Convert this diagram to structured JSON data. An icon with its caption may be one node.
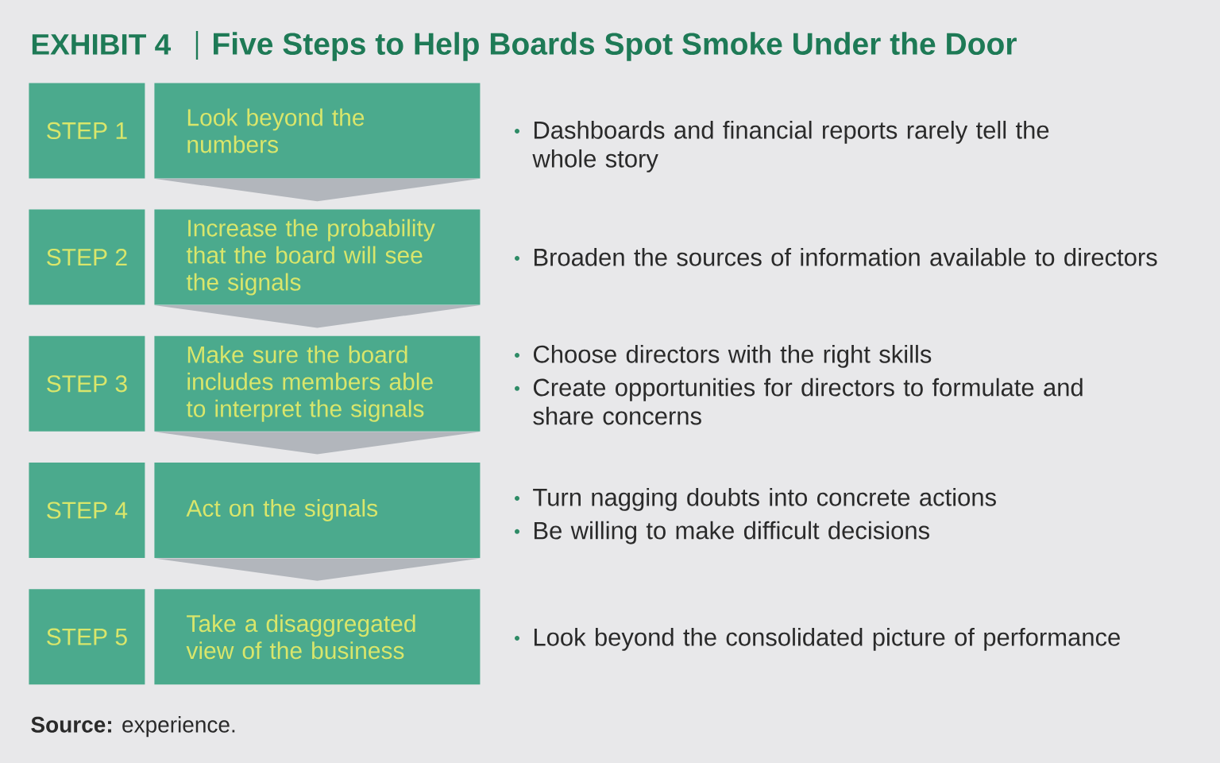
{
  "diagram": {
    "title": "Five Steps to Help Boards Spot Smoke Under the Door",
    "nodes": [
      {
        "text": [
          "STEP 1"
        ]
      },
      {
        "text": [
          "Look beyond the numbers"
        ],
        "beside": [
          "Dashboards and financial reports rarely tell the whole story"
        ]
      },
      {
        "text": [
          "STEP 2"
        ]
      },
      {
        "text": [
          "Increase the probability that the board will see the signals"
        ],
        "beside": [
          "Broaden the sources of information available to directors"
        ]
      },
      {
        "text": [
          "STEP 3"
        ]
      },
      {
        "text": [
          "Make sure the board includes members able to interpret the signals"
        ],
        "beside": [
          "Choose directors with the right skills",
          "Create opportunities for directors to formulate and share concerns"
        ]
      },
      {
        "text": [
          "STEP 4"
        ]
      },
      {
        "text": [
          "Act on the signals"
        ],
        "beside": [
          "Turn nagging doubts into concrete actions",
          "Be willing to make difficult decisions"
        ]
      },
      {
        "text": [
          "STEP 5"
        ]
      },
      {
        "text": [
          "Take a disaggregated view of the business"
        ],
        "beside": [
          "Look beyond the consolidated picture of performance"
        ]
      }
    ],
    "edges": [
      {
        "from": 1,
        "to": 3,
        "arrow": "to"
      },
      {
        "from": 3,
        "to": 5,
        "arrow": "to"
      },
      {
        "from": 5,
        "to": 7,
        "arrow": "to"
      },
      {
        "from": 7,
        "to": 9,
        "arrow": "to"
      }
    ],
    "labels": [
      "EXHIBIT 4",
      "**Source:** experience."
    ]
  }
}
